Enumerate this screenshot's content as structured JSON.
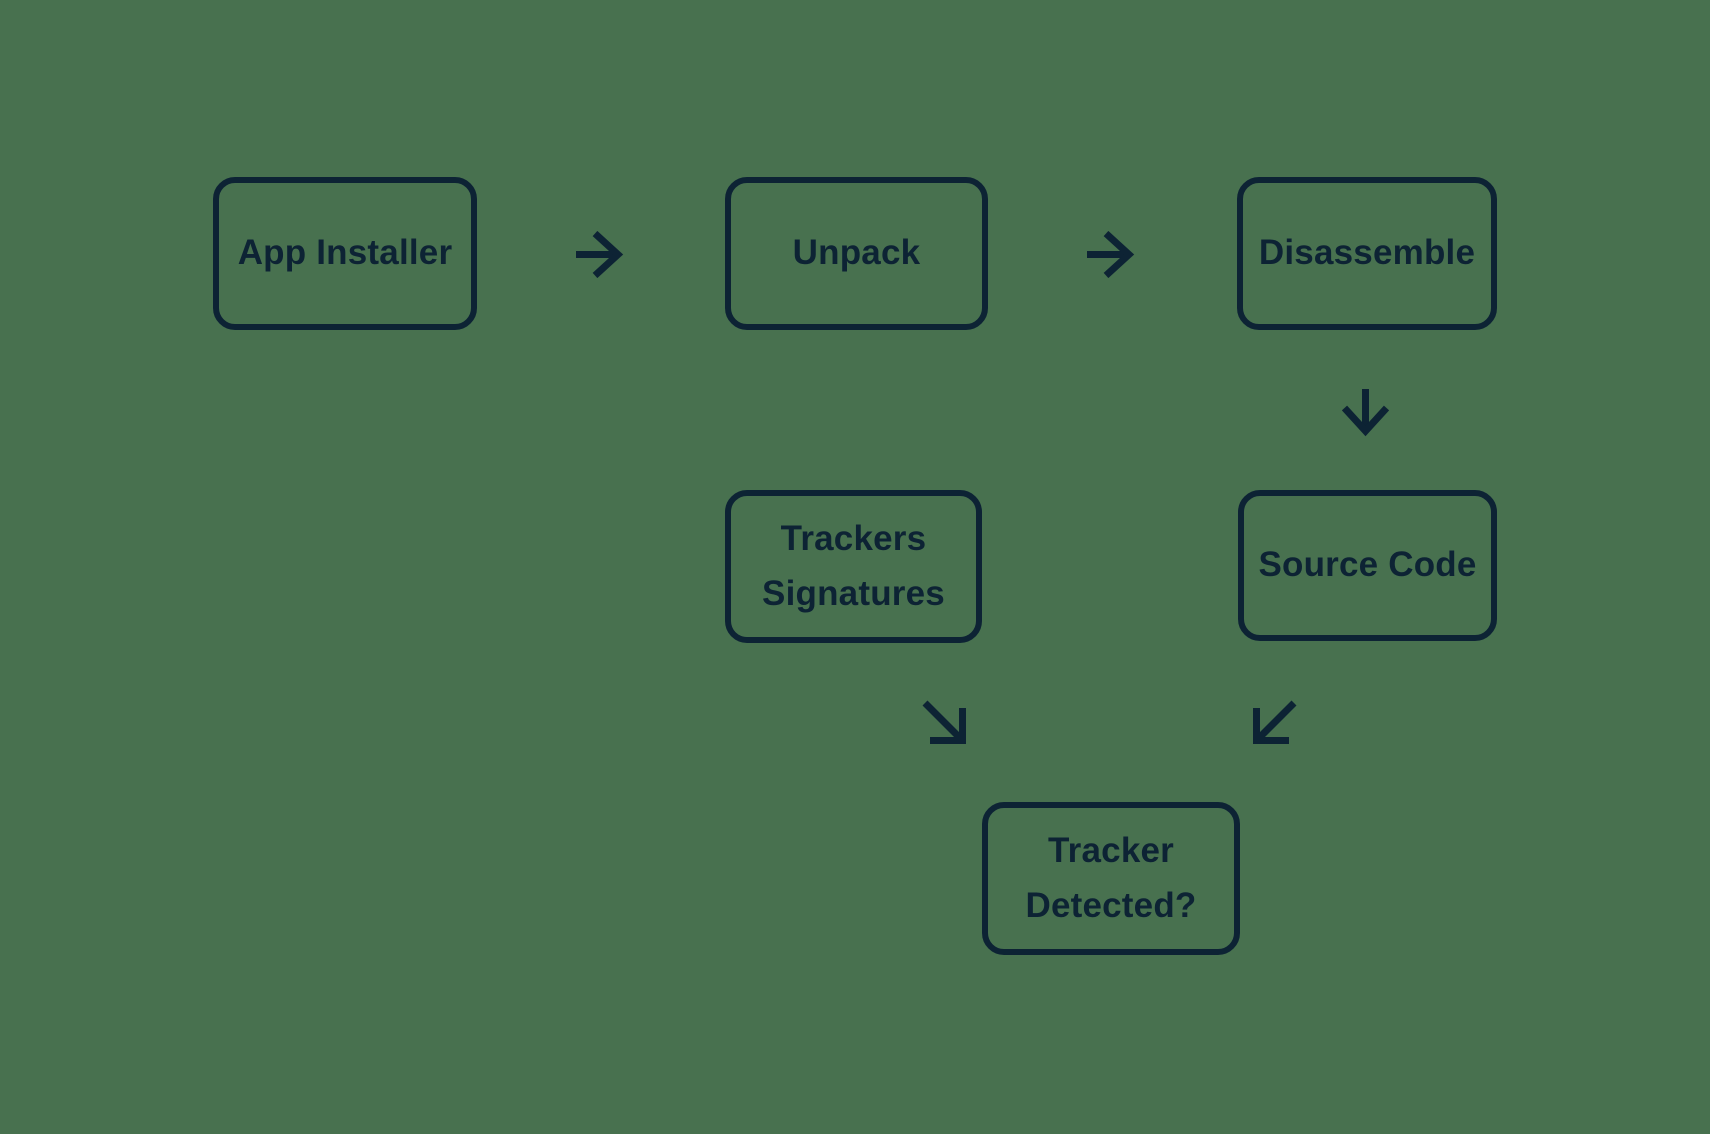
{
  "diagram": {
    "nodes": [
      {
        "id": "app-installer",
        "label": "App Installer"
      },
      {
        "id": "unpack",
        "label": "Unpack"
      },
      {
        "id": "disassemble",
        "label": "Disassemble"
      },
      {
        "id": "trackers-signatures",
        "label": "Trackers\nSignatures"
      },
      {
        "id": "source-code",
        "label": "Source Code"
      },
      {
        "id": "tracker-detected",
        "label": "Tracker\nDetected?"
      }
    ],
    "edges": [
      {
        "from": "app-installer",
        "to": "unpack",
        "direction": "right"
      },
      {
        "from": "unpack",
        "to": "disassemble",
        "direction": "right"
      },
      {
        "from": "disassemble",
        "to": "source-code",
        "direction": "down"
      },
      {
        "from": "trackers-signatures",
        "to": "tracker-detected",
        "direction": "down-right"
      },
      {
        "from": "source-code",
        "to": "tracker-detected",
        "direction": "down-left"
      }
    ],
    "icons": {
      "arrow-right": "→",
      "arrow-down": "↓",
      "arrow-down-right": "↘",
      "arrow-down-left": "↙"
    }
  },
  "colors": {
    "background": "#48714f",
    "ink": "#0d2334"
  }
}
